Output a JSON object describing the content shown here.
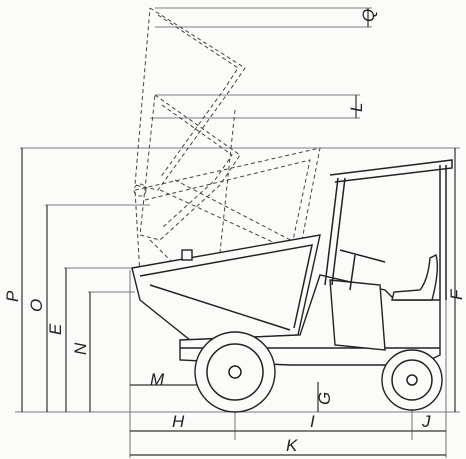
{
  "labels": {
    "Q": "Q",
    "L": "L",
    "F": "F",
    "P": "P",
    "O": "O",
    "E": "E",
    "N": "N",
    "M": "M",
    "G": "G",
    "H": "H",
    "I": "I",
    "J": "J",
    "K": "K"
  }
}
